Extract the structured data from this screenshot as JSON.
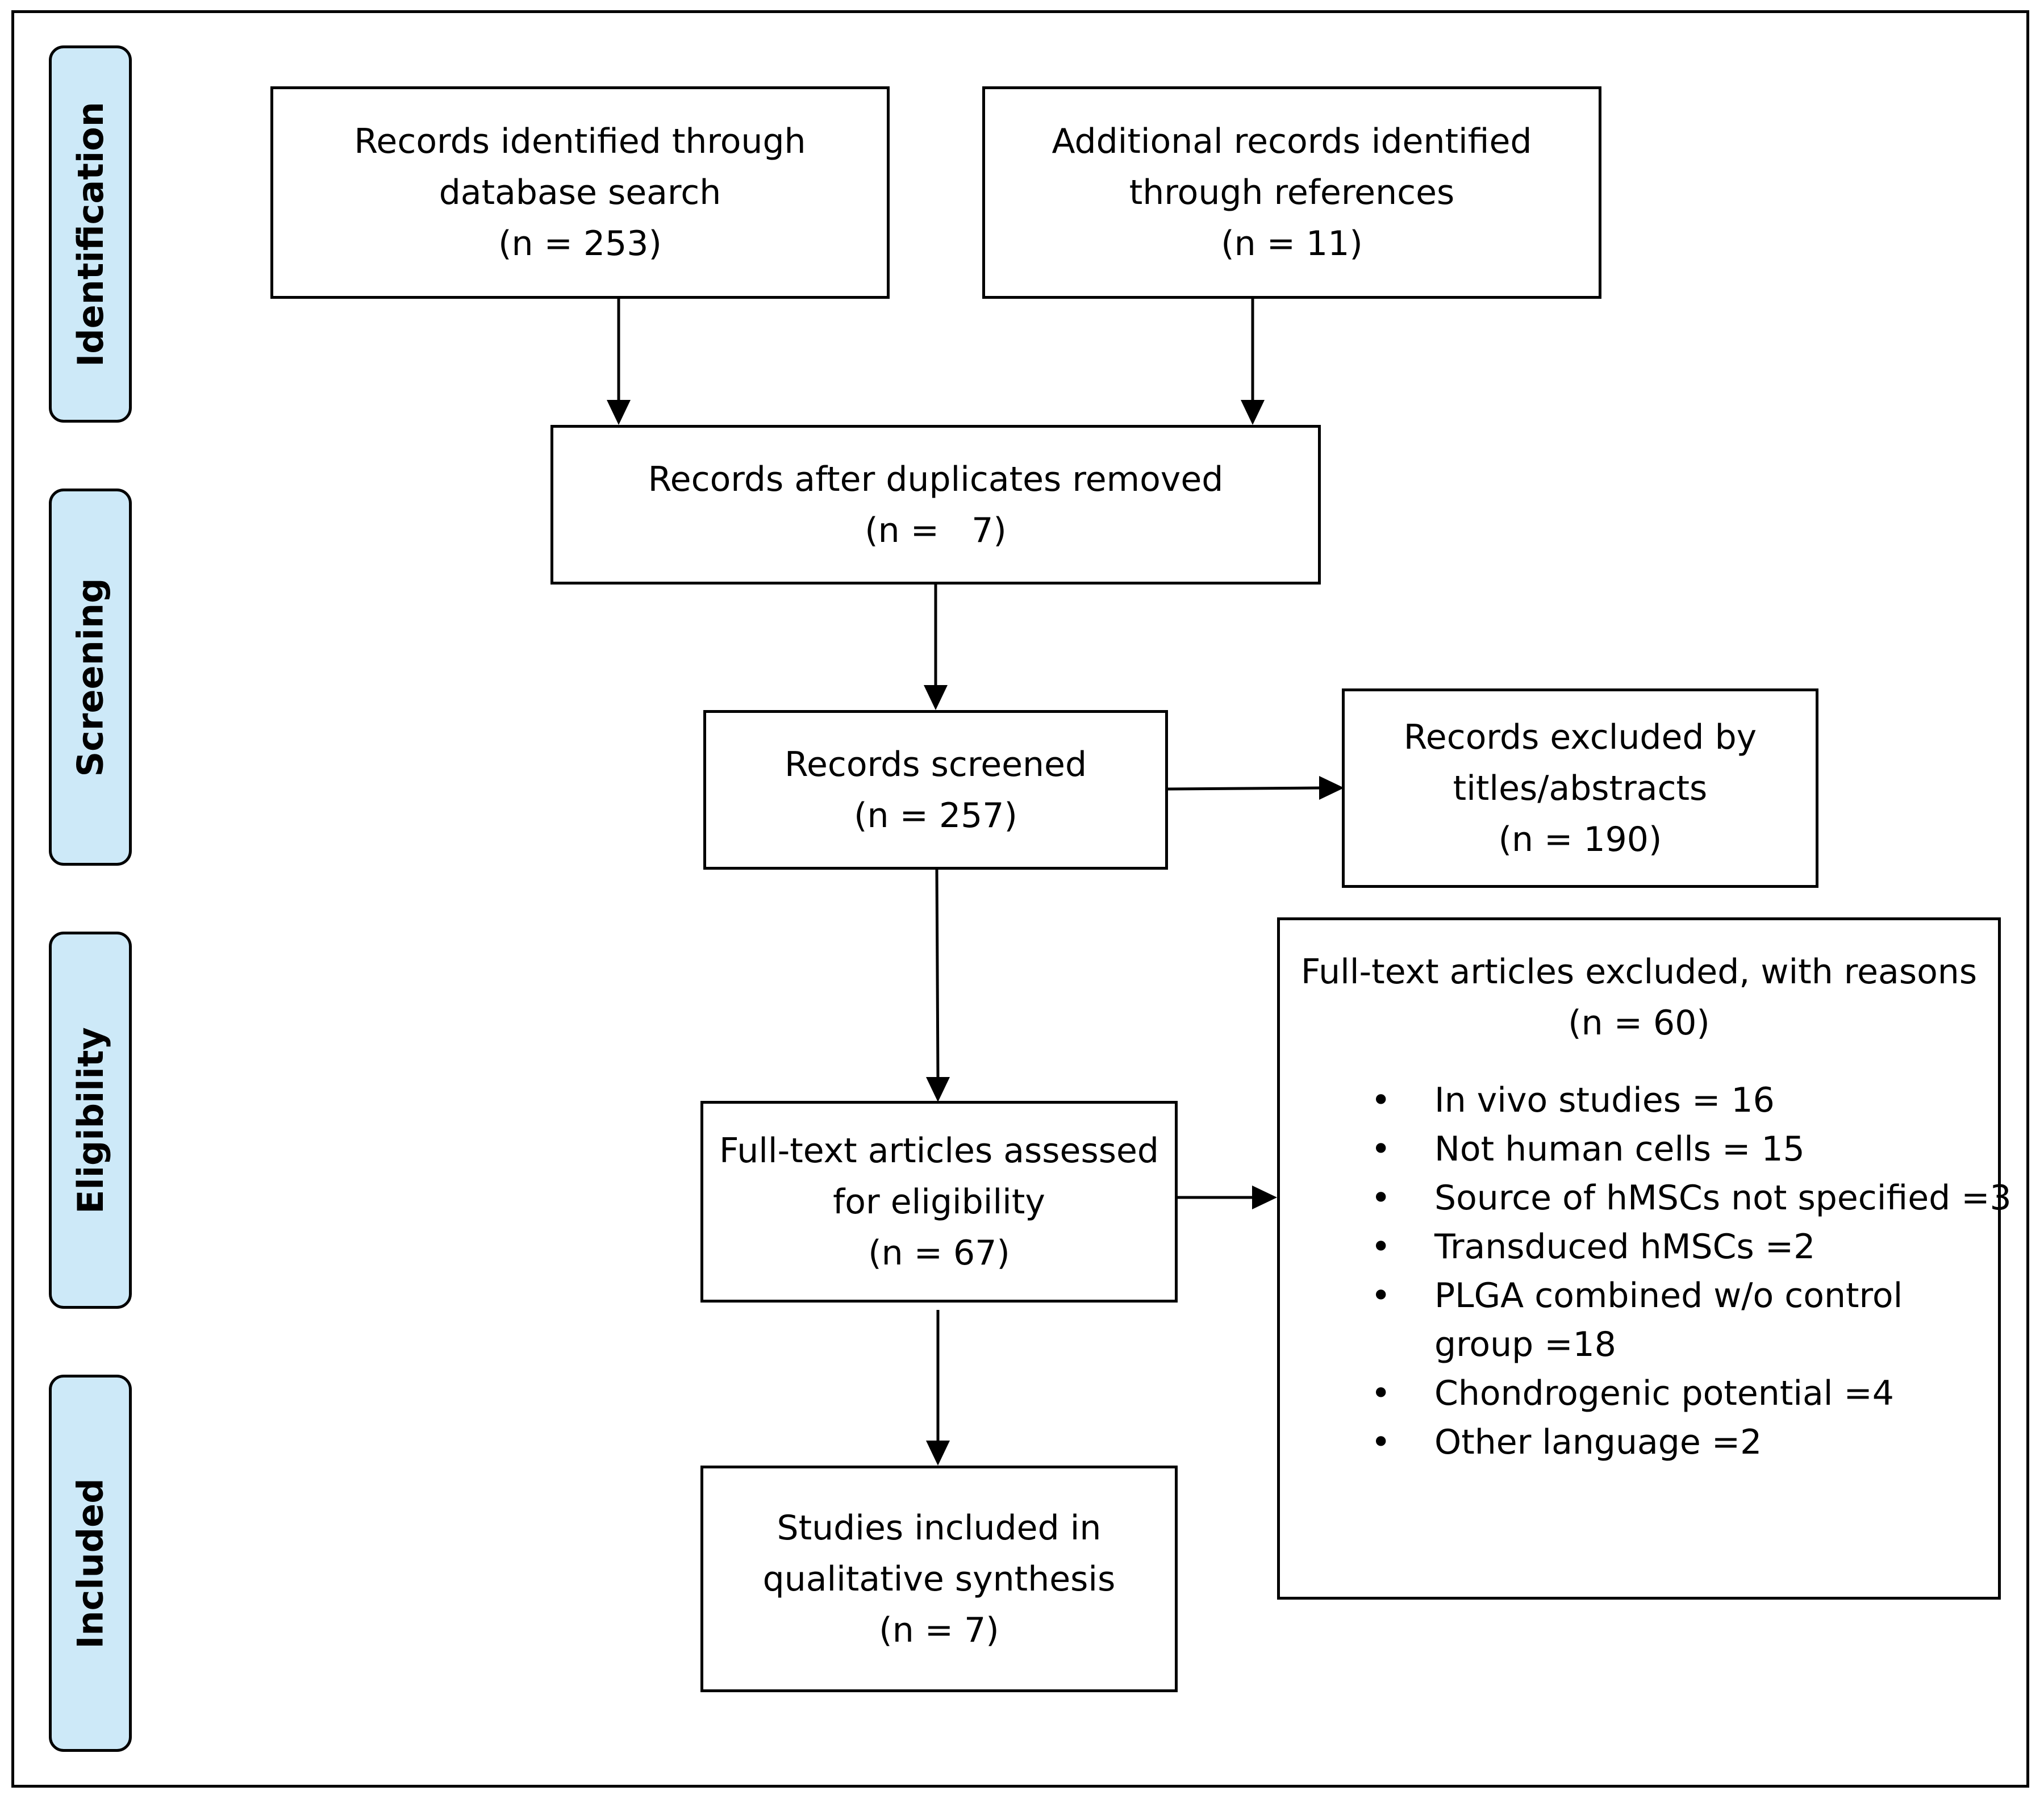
{
  "phases": [
    "Identification",
    "Screening",
    "Eligibility",
    "Included"
  ],
  "boxes": {
    "database": {
      "lines": [
        "Records identified through",
        "database search",
        "(n = 253)"
      ]
    },
    "references": {
      "lines": [
        "Additional records identified",
        "through references",
        "(n = 11)"
      ]
    },
    "duplicates": {
      "lines": [
        "Records after duplicates removed",
        "(n =   7)"
      ]
    },
    "screened": {
      "lines": [
        "Records screened",
        "(n = 257)"
      ]
    },
    "excluded_titles": {
      "lines": [
        "Records excluded by",
        "titles/abstracts",
        "(n = 190)"
      ]
    },
    "fulltext": {
      "lines": [
        "Full-text articles assessed",
        "for eligibility",
        "(n = 67)"
      ]
    },
    "included": {
      "lines": [
        "Studies included in",
        "qualitative synthesis",
        "(n = 7)"
      ]
    }
  },
  "fulltext_excluded": {
    "header": [
      "Full-text articles excluded, with reasons",
      "(n = 60)"
    ],
    "bullet": "•",
    "reasons": [
      [
        "In vivo studies = 16"
      ],
      [
        "Not human cells = 15"
      ],
      [
        "Source of hMSCs not specified =3"
      ],
      [
        "Transduced hMSCs =2"
      ],
      [
        "PLGA combined w/o control",
        "group =18"
      ],
      [
        "Chondrogenic potential =4"
      ],
      [
        "Other language =2"
      ]
    ]
  },
  "colors": {
    "phase_fill": "#cde9f8",
    "stroke": "#000000",
    "background": "#ffffff"
  }
}
